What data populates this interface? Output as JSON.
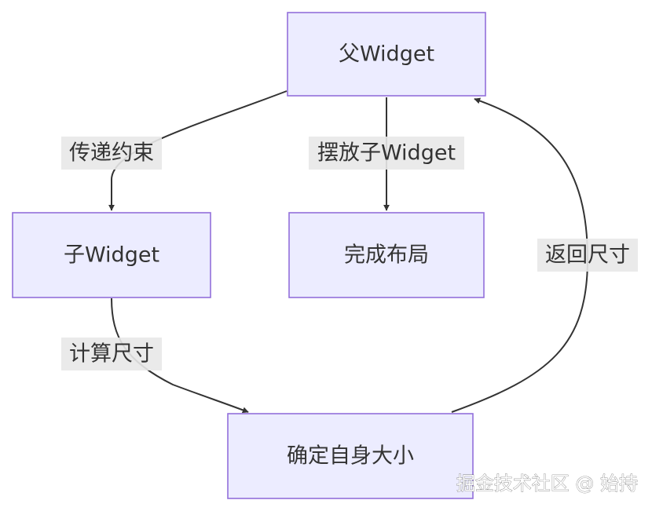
{
  "diagram": {
    "nodes": {
      "parent": "父Widget",
      "child": "子Widget",
      "layout_done": "完成布局",
      "self_size": "确定自身大小"
    },
    "edges": {
      "pass_constraints": "传递约束",
      "place_child": "摆放子Widget",
      "compute_size": "计算尺寸",
      "return_size": "返回尺寸"
    }
  },
  "watermark": "掘金技术社区 @ 始持"
}
